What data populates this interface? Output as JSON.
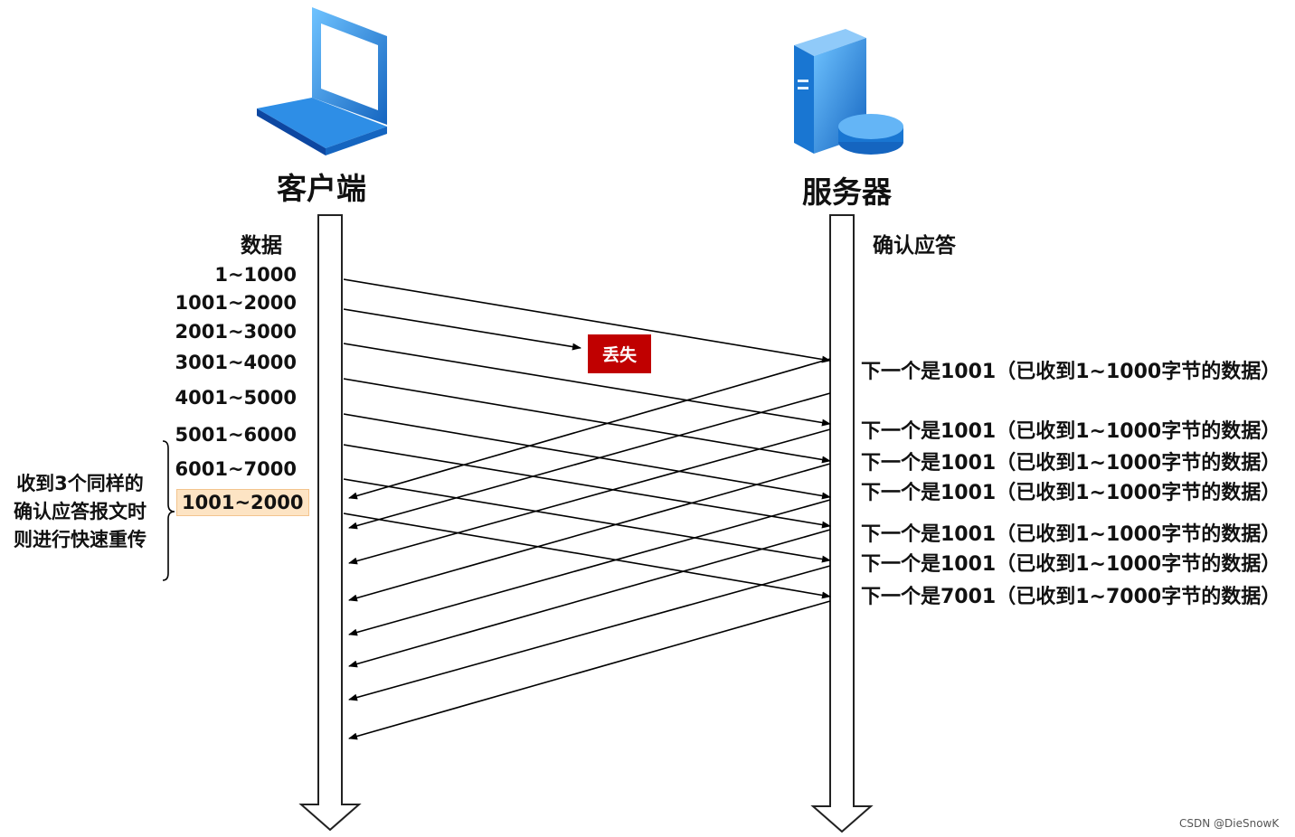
{
  "client": {
    "title": "客户端",
    "icon": "laptop-icon"
  },
  "server": {
    "title": "服务器",
    "icon": "server-icon"
  },
  "headers": {
    "data": "数据",
    "ack": "确认应答"
  },
  "segments": [
    "1~1000",
    "1001~2000",
    "2001~3000",
    "3001~4000",
    "4001~5000",
    "5001~6000",
    "6001~7000",
    "1001~2000"
  ],
  "lost_label": "丢失",
  "acks": [
    "下一个是1001（已收到1~1000字节的数据）",
    "下一个是1001（已收到1~1000字节的数据）",
    "下一个是1001（已收到1~1000字节的数据）",
    "下一个是1001（已收到1~1000字节的数据）",
    "下一个是1001（已收到1~1000字节的数据）",
    "下一个是1001（已收到1~1000字节的数据）",
    "下一个是7001（已收到1~7000字节的数据）"
  ],
  "note": [
    "收到3个同样的",
    "确认应答报文时",
    "则进行快速重传"
  ],
  "watermark": "CSDN @DieSnowK",
  "colors": {
    "lost": "#c00000",
    "highlight": "#fde4c4",
    "icon_blue": "#1e88e5"
  }
}
